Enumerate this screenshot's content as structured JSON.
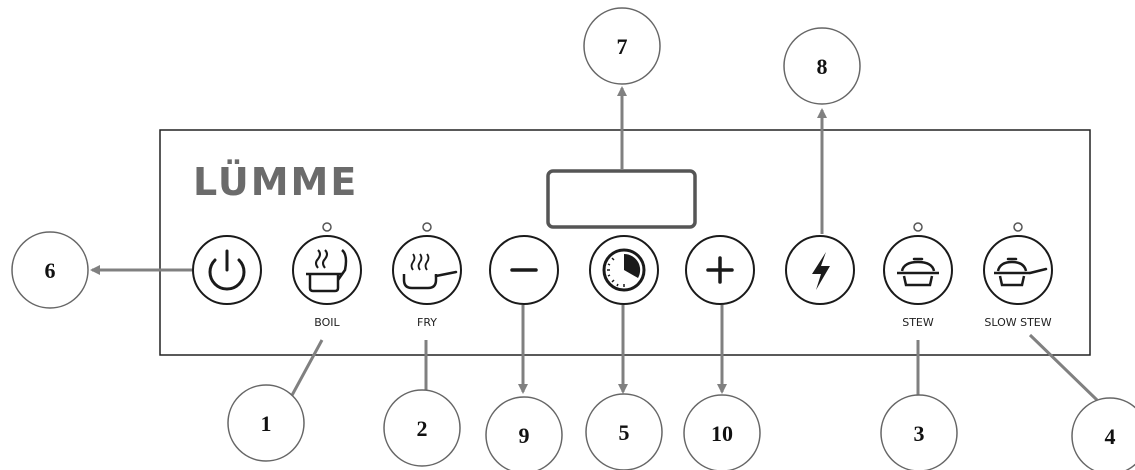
{
  "brand": {
    "logo": "LÜMME"
  },
  "colors": {
    "panel_border": "#222222",
    "icon": "#1a1a1a",
    "arrow": "#808080",
    "logo": "#6b6b6b",
    "callout_border": "#666666"
  },
  "buttons": [
    {
      "id": "power",
      "icon": "power-icon",
      "label": ""
    },
    {
      "id": "boil",
      "icon": "boil-pot-icon",
      "label": "BOIL"
    },
    {
      "id": "fry",
      "icon": "frying-pan-icon",
      "label": "FRY"
    },
    {
      "id": "minus",
      "icon": "minus-icon",
      "label": ""
    },
    {
      "id": "timer",
      "icon": "timer-icon",
      "label": ""
    },
    {
      "id": "plus",
      "icon": "plus-icon",
      "label": ""
    },
    {
      "id": "boost",
      "icon": "lightning-icon",
      "label": ""
    },
    {
      "id": "stew",
      "icon": "stew-pot-icon",
      "label": "STEW"
    },
    {
      "id": "slow_stew",
      "icon": "slow-stew-pan-icon",
      "label": "SLOW STEW"
    }
  ],
  "callouts": [
    {
      "n": "1",
      "target": "boil"
    },
    {
      "n": "2",
      "target": "fry"
    },
    {
      "n": "3",
      "target": "stew"
    },
    {
      "n": "4",
      "target": "slow_stew"
    },
    {
      "n": "5",
      "target": "timer"
    },
    {
      "n": "6",
      "target": "power"
    },
    {
      "n": "7",
      "target": "display"
    },
    {
      "n": "8",
      "target": "boost"
    },
    {
      "n": "9",
      "target": "minus"
    },
    {
      "n": "10",
      "target": "plus"
    }
  ]
}
